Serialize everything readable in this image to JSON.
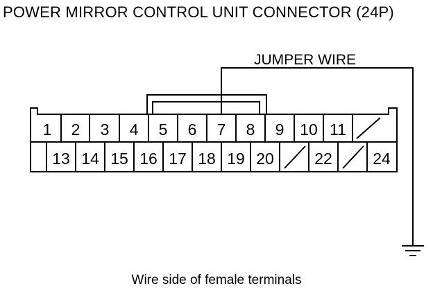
{
  "title": "POWER MIRROR CONTROL UNIT CONNECTOR (24P)",
  "jumper_label": "JUMPER WIRE",
  "caption": "Wire side of female terminals",
  "connector": {
    "pins_total": 24,
    "top_row": [
      "1",
      "2",
      "3",
      "4",
      "5",
      "6",
      "7",
      "8",
      "9",
      "10",
      "11",
      ""
    ],
    "bottom_row": [
      "",
      "13",
      "14",
      "15",
      "16",
      "17",
      "18",
      "19",
      "20",
      "",
      "22",
      "",
      "24"
    ],
    "empty_cells": [
      "12",
      "21",
      "23"
    ],
    "jumper_between": [
      "7",
      "ground"
    ]
  }
}
